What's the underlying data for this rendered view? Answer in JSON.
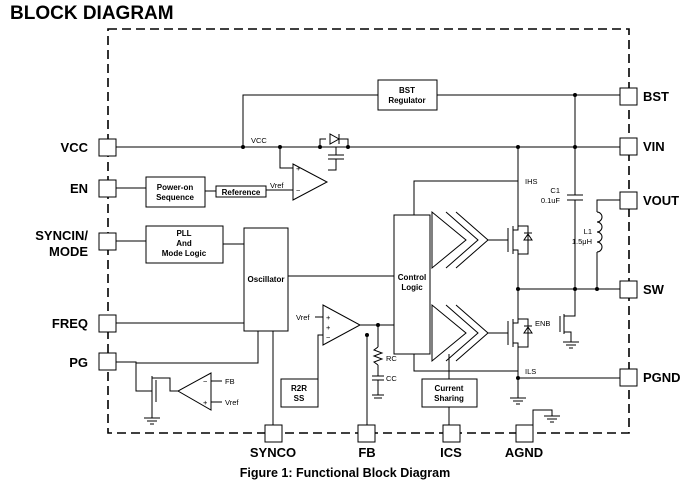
{
  "title": "BLOCK DIAGRAM",
  "caption": "Figure 1: Functional Block Diagram",
  "pins": {
    "vcc": "VCC",
    "en": "EN",
    "syncin_1": "SYNCIN/",
    "syncin_2": "MODE",
    "freq": "FREQ",
    "pg": "PG",
    "bst": "BST",
    "vin": "VIN",
    "vout": "VOUT",
    "sw": "SW",
    "pgnd": "PGND",
    "synco": "SYNCO",
    "fb": "FB",
    "ics": "ICS",
    "agnd": "AGND"
  },
  "blocks": {
    "bst_1": "BST",
    "bst_2": "Regulator",
    "por_1": "Power-on",
    "por_2": "Sequence",
    "reference": "Reference",
    "pll_1": "PLL",
    "pll_2": "And",
    "pll_3": "Mode Logic",
    "oscillator": "Oscillator",
    "ctrl_1": "Control",
    "ctrl_2": "Logic",
    "r2r_1": "R2R",
    "r2r_2": "SS",
    "cs_1": "Current",
    "cs_2": "Sharing"
  },
  "labels": {
    "vcc_int": "VCC",
    "vref_en": "Vref",
    "vref_fb": "Vref",
    "vref_pg": "Vref",
    "fb_pg": "FB",
    "ihs": "IHS",
    "ils": "ILS",
    "enb": "ENB",
    "c1_1": "C1",
    "c1_2": "0.1uF",
    "l1_1": "L1",
    "l1_2": "1.5μH",
    "rc": "RC",
    "cc": "CC",
    "plus": "+",
    "minus": "−"
  }
}
